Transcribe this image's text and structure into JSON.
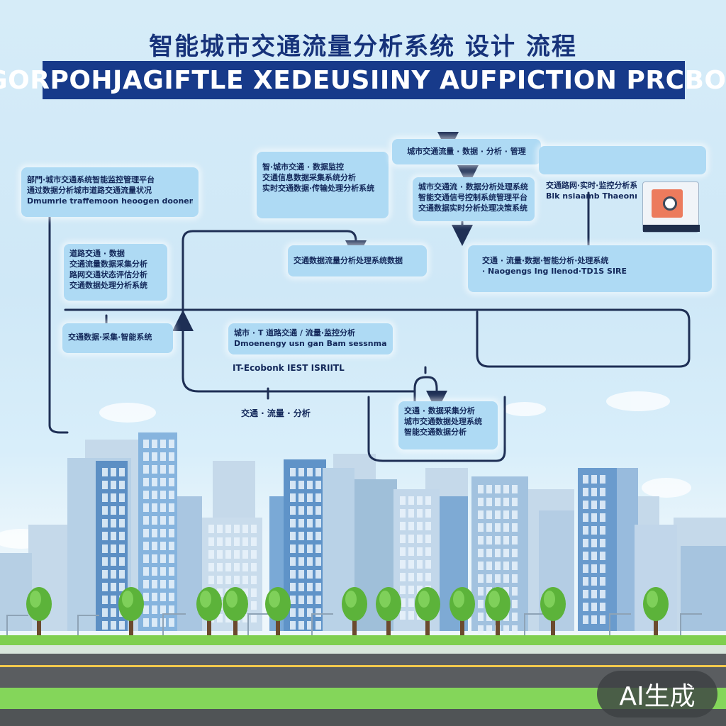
{
  "header": {
    "title_cjk": "智能城市交通流量分析系统 设计 流程",
    "banner": "CHGORPOHJAGIFTLE XEDEUSIINY AUFPICTION PRCBOSES"
  },
  "boxes": [
    {
      "id": "b1",
      "lines": [
        "部門·城市交通系统智能监控管理平台",
        "通过数据分析城市道路交通流量状况",
        "Dmumrie traffemoon heoogen doonen nantites"
      ]
    },
    {
      "id": "b2",
      "lines": [
        "智·城市交通 · 数据监控",
        "交通信息数据采集系统分析",
        "实时交通数据·传输处理分析系统"
      ]
    },
    {
      "id": "b3",
      "lines": [
        "城市交通流量 · 数据 · 分析 · 管理"
      ]
    },
    {
      "id": "b4",
      "lines": [
        "城市交通流 · 数据分析处理系统",
        "智能交通信号控制系统管理平台",
        "交通数据实时分析处理决策系统"
      ]
    },
    {
      "id": "b5",
      "lines": [
        "交通路网·实时·监控分析系统数据",
        "Blk nsiaamb Thaeonn fonuimaon sen"
      ]
    },
    {
      "id": "b6",
      "lines": [
        "道路交通 · 数据",
        "交通流量数据采集分析",
        "路网交通状态评估分析",
        "交通数据处理分析系统"
      ]
    },
    {
      "id": "b7",
      "lines": [
        "交通数据流量分析处理系统数据"
      ]
    },
    {
      "id": "b8",
      "lines": [
        "交通 · 流量·数据·智能分析·处理系统",
        "· Naogengs Ing Ilenod·TD1S SIRE"
      ]
    },
    {
      "id": "b9",
      "lines": [
        "交通数据·采集·智能系统"
      ]
    },
    {
      "id": "b10",
      "lines": [
        "城市 · T 道路交通 / 流量·监控分析",
        "Dmoenengy usn gan Bam sessnmar"
      ]
    },
    {
      "id": "b11",
      "lines": [
        "交通 · 数据采集分析",
        "城市交通数据处理系统",
        "智能交通数据分析"
      ]
    }
  ],
  "labels": {
    "mid": "IT-Ecobonk IEST ISRIITL",
    "lower": "交通 · 流量 · 分析"
  },
  "watermark": "AI生成"
}
